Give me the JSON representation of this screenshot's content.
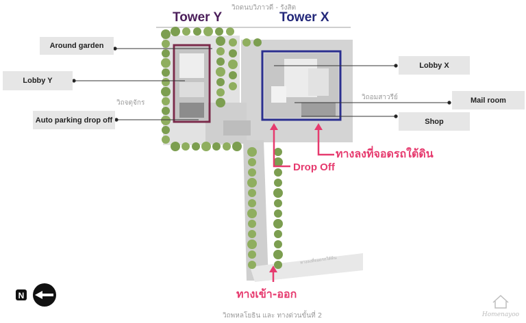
{
  "towers": {
    "tower_y": "Tower Y",
    "tower_x": "Tower X"
  },
  "roads": {
    "top": "วิถดนบวิภาวดี - รังสิต",
    "left": "วิถจตุจักร",
    "right": "วิถอมสาวรีย์",
    "bottom": "วิถพหลโยธิน และ ทางด่วนขั้นที่ 2",
    "diagonal": "ทางลงที่จอดรถใต้ดิน"
  },
  "labels_left": [
    {
      "text": "Around garden"
    },
    {
      "text": "Lobby Y"
    },
    {
      "text": "Auto parking drop off"
    }
  ],
  "labels_right": [
    {
      "text": "Lobby X"
    },
    {
      "text": "Mail room"
    },
    {
      "text": "Shop"
    }
  ],
  "annotations": {
    "drop_off": "Drop Off",
    "underground_parking": "ทางลงที่จอดรถใต้ดิน",
    "entrance_exit": "ทางเข้า-ออก"
  },
  "compass": {
    "letter": "N",
    "icon": "north-arrow-icon"
  },
  "logo": {
    "text": "Homenayoo",
    "icon": "house-icon"
  },
  "colors": {
    "tower_y_frame": "#7a2a4a",
    "tower_x_frame": "#2b2f8f",
    "tower_y_text": "#4b1e5a",
    "tower_x_text": "#23287a",
    "annotation": "#e63a6e",
    "tree": "#8fae5f",
    "label_bg": "#e6e6e6"
  }
}
